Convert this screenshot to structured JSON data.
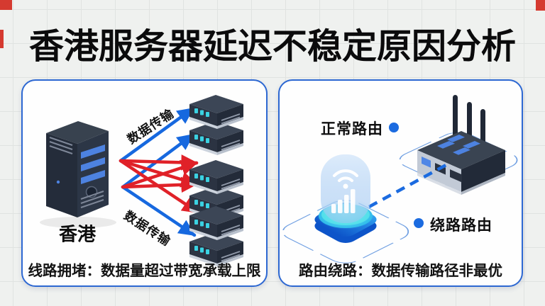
{
  "title": "香港服务器延迟不稳定原因分析",
  "colors": {
    "arrow_blue": "#1668df",
    "arrow_red": "#e02128",
    "panel_border": "#2d68d2",
    "accent_red": "#d53a30",
    "led_cyan": "#3bd2e2"
  },
  "left_panel": {
    "source_label": "香港",
    "arrow_label_top": "数据传输",
    "arrow_label_bottom": "数据传输",
    "caption_term": "线路拥堵：",
    "caption_desc": "数据量超过带宽承载上限"
  },
  "right_panel": {
    "normal_route_label": "正常路由",
    "detour_route_label": "绕路路由",
    "caption_term": "路由绕路：",
    "caption_desc": "数据传输路径非最优"
  }
}
